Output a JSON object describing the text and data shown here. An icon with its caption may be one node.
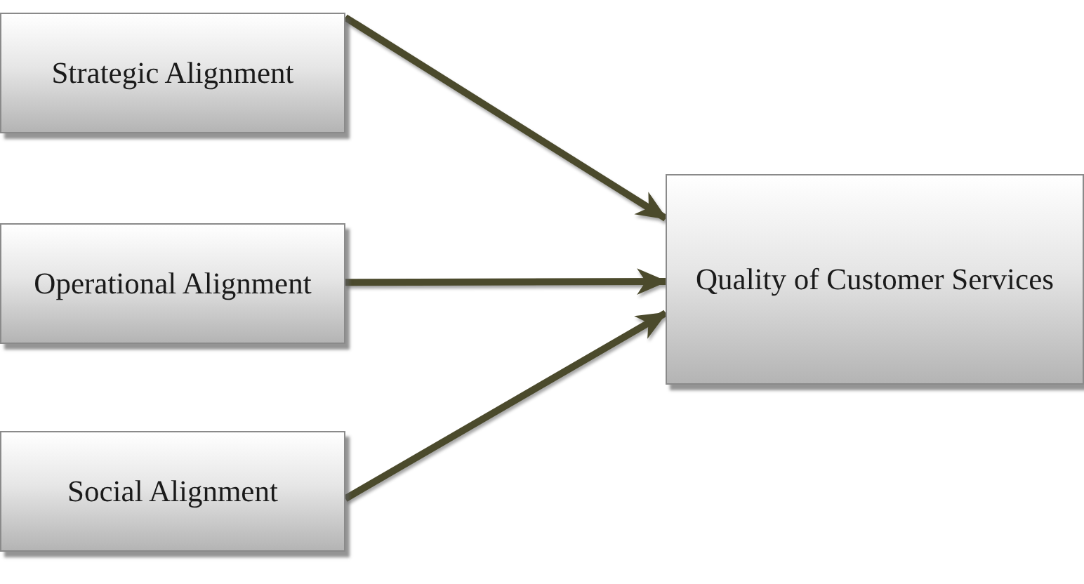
{
  "diagram": {
    "nodes": [
      {
        "text": [
          "Strategic Alignment"
        ]
      },
      {
        "text": [
          "Operational Alignment"
        ]
      },
      {
        "text": [
          "Social Alignment"
        ]
      },
      {
        "text": [
          "Quality of Customer Services"
        ]
      }
    ],
    "edges": [
      {
        "from": 0,
        "to": 3,
        "arrow": "to"
      },
      {
        "from": 1,
        "to": 3,
        "arrow": "to"
      },
      {
        "from": 2,
        "to": 3,
        "arrow": "to"
      }
    ]
  }
}
